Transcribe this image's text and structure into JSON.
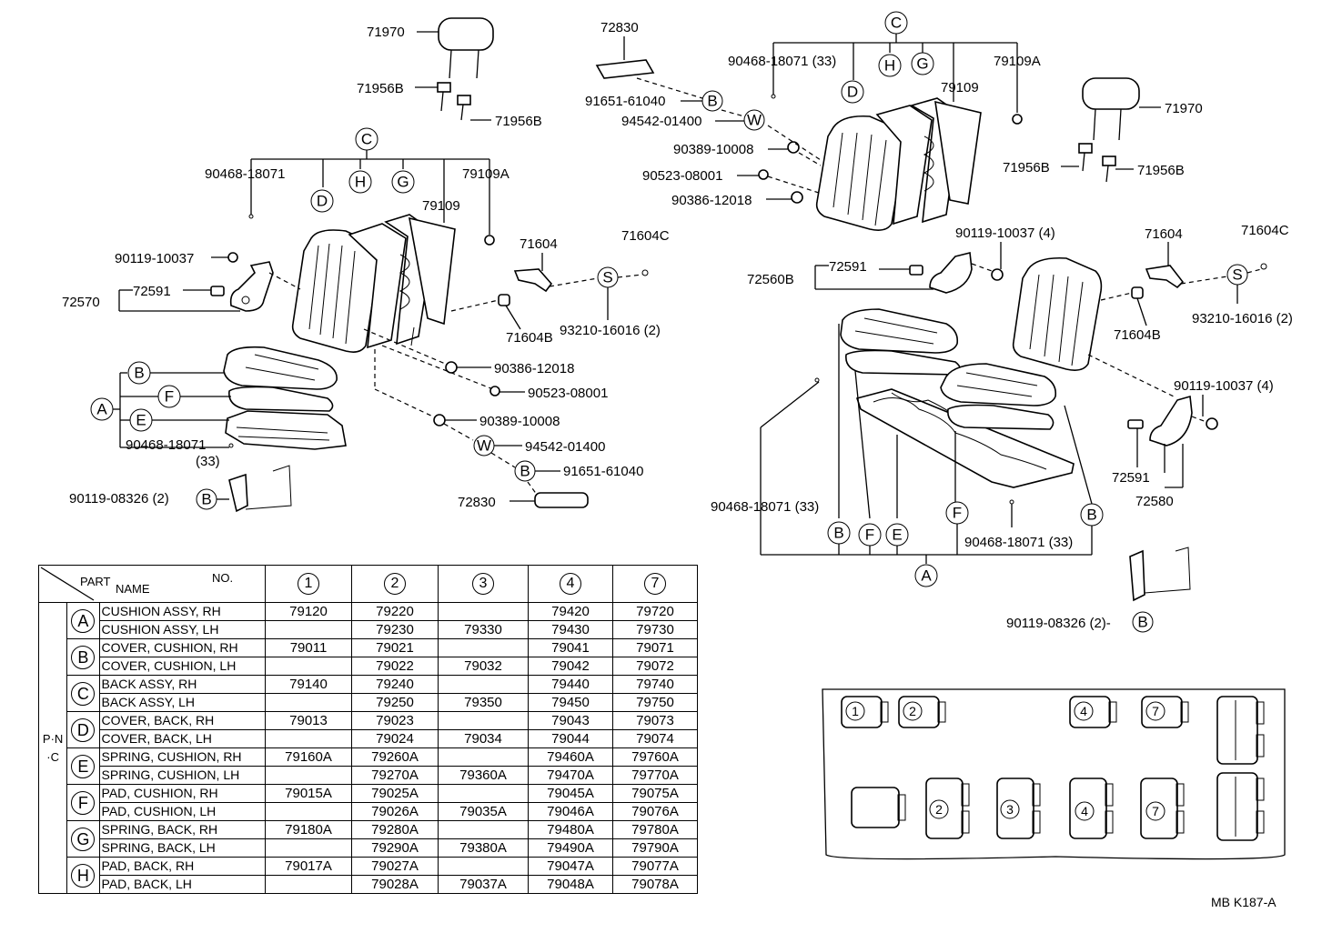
{
  "labels": {
    "l71970a": "71970",
    "l71956b1": "71956B",
    "l71956b2": "71956B",
    "lC1": "C",
    "l90468a": "90468-18071",
    "l79109a1": "79109A",
    "lD1": "D",
    "lH1": "H",
    "lG1": "G",
    "l79109_1": "79109",
    "l90119a": "90119-10037",
    "l72591a": "72591",
    "l72570": "72570",
    "l71604a": "71604",
    "l71604ca": "71604C",
    "lS1": "S",
    "l71604ba": "71604B",
    "l93210a": "93210-16016 (2)",
    "lB1": "B",
    "lF1": "F",
    "lA1": "A",
    "lE1": "E",
    "l90468b": "90468-18071",
    "l33a": "(33)",
    "l90386a": "90386-12018",
    "l90523a": "90523-08001",
    "l90389a": "90389-10008",
    "lW1": "W",
    "l94542a": "94542-01400",
    "lB2": "B",
    "l91651a": "91651-61040",
    "l72830a": "72830",
    "l90119b": "90119-08326 (2)",
    "lB3": "B",
    "l72830b": "72830",
    "l91651b": "91651-61040",
    "lB4": "B",
    "l94542b": "94542-01400",
    "lW2": "W",
    "l90389b": "90389-10008",
    "l90523b": "90523-08001",
    "l90386b": "90386-12018",
    "l90468c": "90468-18071 (33)",
    "lC2": "C",
    "lH2": "H",
    "lG2": "G",
    "lD2": "D",
    "l79109a2": "79109A",
    "l79109_2": "79109",
    "l71970b": "71970",
    "l71956b3": "71956B",
    "l71956b4": "71956B",
    "l90119c": "90119-10037 (4)",
    "l72591b": "72591",
    "l72560b": "72560B",
    "l71604b": "71604",
    "l71604cb": "71604C",
    "lS2": "S",
    "l71604bb": "71604B",
    "l93210b": "93210-16016 (2)",
    "l90119d": "90119-10037 (4)",
    "l72591c": "72591",
    "l72580": "72580",
    "l90468d": "90468-18071 (33)",
    "lB5": "B",
    "lF2": "F",
    "lE2": "E",
    "lF3": "F",
    "l90468e": "90468-18071 (33)",
    "lB6": "B",
    "lA2": "A",
    "l90119e": "90119-08326 (2)-",
    "lB7": "B"
  },
  "table": {
    "header_part": "PART",
    "header_name": "NAME",
    "header_no": "NO.",
    "side_label": "P·N·C",
    "columns": [
      "1",
      "2",
      "3",
      "4",
      "7"
    ],
    "groups": [
      {
        "code": "A",
        "rows": [
          {
            "name": "CUSHION ASSY, RH",
            "values": [
              "79120",
              "79220",
              "",
              "79420",
              "79720"
            ]
          },
          {
            "name": "CUSHION ASSY, LH",
            "values": [
              "",
              "79230",
              "79330",
              "79430",
              "79730"
            ]
          }
        ]
      },
      {
        "code": "B",
        "rows": [
          {
            "name": "COVER, CUSHION, RH",
            "values": [
              "79011",
              "79021",
              "",
              "79041",
              "79071"
            ]
          },
          {
            "name": "COVER, CUSHION, LH",
            "values": [
              "",
              "79022",
              "79032",
              "79042",
              "79072"
            ]
          }
        ]
      },
      {
        "code": "C",
        "rows": [
          {
            "name": "BACK ASSY, RH",
            "values": [
              "79140",
              "79240",
              "",
              "79440",
              "79740"
            ]
          },
          {
            "name": "BACK ASSY, LH",
            "values": [
              "",
              "79250",
              "79350",
              "79450",
              "79750"
            ]
          }
        ]
      },
      {
        "code": "D",
        "rows": [
          {
            "name": "COVER, BACK, RH",
            "values": [
              "79013",
              "79023",
              "",
              "79043",
              "79073"
            ]
          },
          {
            "name": "COVER, BACK, LH",
            "values": [
              "",
              "79024",
              "79034",
              "79044",
              "79074"
            ]
          }
        ]
      },
      {
        "code": "E",
        "rows": [
          {
            "name": "SPRING, CUSHION, RH",
            "values": [
              "79160A",
              "79260A",
              "",
              "79460A",
              "79760A"
            ]
          },
          {
            "name": "SPRING, CUSHION, LH",
            "values": [
              "",
              "79270A",
              "79360A",
              "79470A",
              "79770A"
            ]
          }
        ]
      },
      {
        "code": "F",
        "rows": [
          {
            "name": "PAD, CUSHION, RH",
            "values": [
              "79015A",
              "79025A",
              "",
              "79045A",
              "79075A"
            ]
          },
          {
            "name": "PAD, CUSHION, LH",
            "values": [
              "",
              "79026A",
              "79035A",
              "79046A",
              "79076A"
            ]
          }
        ]
      },
      {
        "code": "G",
        "rows": [
          {
            "name": "SPRING, BACK, RH",
            "values": [
              "79180A",
              "79280A",
              "",
              "79480A",
              "79780A"
            ]
          },
          {
            "name": "SPRING, BACK, LH",
            "values": [
              "",
              "79290A",
              "79380A",
              "79490A",
              "79790A"
            ]
          }
        ]
      },
      {
        "code": "H",
        "rows": [
          {
            "name": "PAD, BACK, RH",
            "values": [
              "79017A",
              "79027A",
              "",
              "79047A",
              "79077A"
            ]
          },
          {
            "name": "PAD, BACK, LH",
            "values": [
              "",
              "79028A",
              "79037A",
              "79048A",
              "79078A"
            ]
          }
        ]
      }
    ]
  },
  "seat_map": {
    "top": [
      "1",
      "2",
      "4",
      "7"
    ],
    "bottom": [
      "2",
      "3",
      "4",
      "7"
    ]
  },
  "doc_code": "MB K187-A"
}
